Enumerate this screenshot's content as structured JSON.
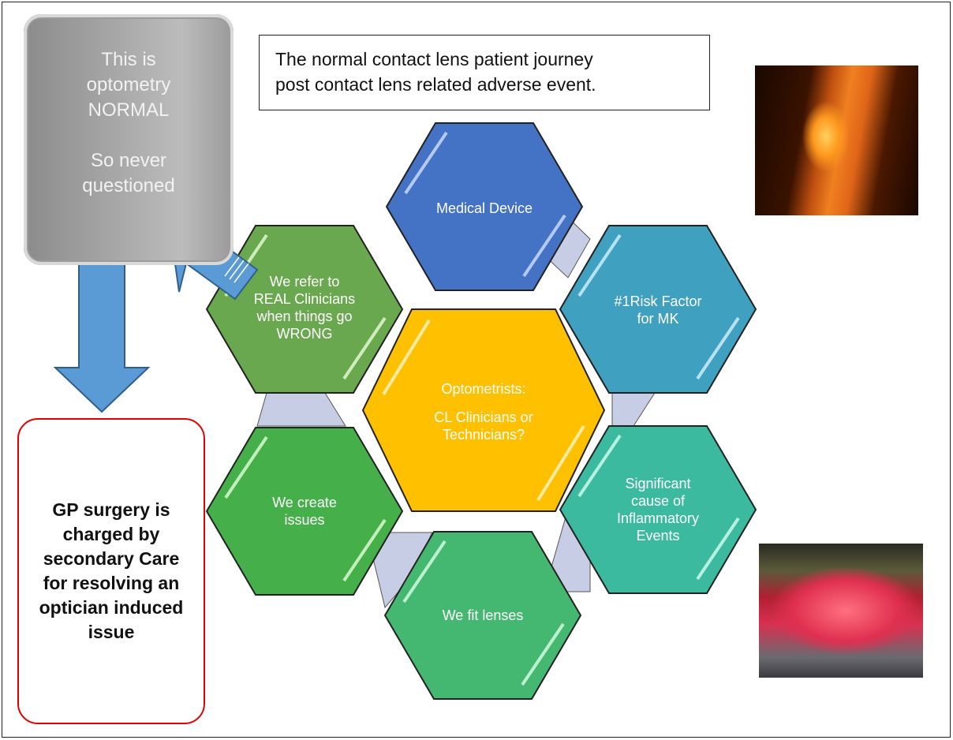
{
  "gray_box": {
    "lines": [
      "This is",
      "optometry",
      "NORMAL",
      "",
      "So never",
      "questioned"
    ]
  },
  "title_box": {
    "line1": "The normal contact lens patient journey",
    "line2": "post contact lens related adverse event."
  },
  "red_box": {
    "text": "GP surgery is charged by secondary Care for resolving an optician induced issue"
  },
  "hexagons": [
    {
      "id": "medical-device",
      "lines": [
        "Medical Device"
      ],
      "color": "#4472c4"
    },
    {
      "id": "risk-factor",
      "lines": [
        "#1Risk Factor",
        "for MK"
      ],
      "color": "#3fa0c0"
    },
    {
      "id": "significant-cause",
      "lines": [
        "Significant",
        "cause of",
        "Inflammatory",
        "Events"
      ],
      "color": "#3cbaa0"
    },
    {
      "id": "fit-lenses",
      "lines": [
        "We fit lenses"
      ],
      "color": "#44b870"
    },
    {
      "id": "create-issues",
      "lines": [
        "We create",
        "issues"
      ],
      "color": "#45b04a"
    },
    {
      "id": "refer-clinicians",
      "lines": [
        "We refer  to",
        "REAL Clinicians",
        "when things go",
        "WRONG"
      ],
      "color": "#6aa84f"
    },
    {
      "id": "center",
      "lines": [
        "Optometrists:",
        "",
        "CL Clinicians or",
        "Technicians?"
      ],
      "color": "#ffc000"
    }
  ],
  "colors": {
    "arrow_blue": "#5b9bd5",
    "connector": "#c8cde6",
    "red_border": "#e00000"
  }
}
